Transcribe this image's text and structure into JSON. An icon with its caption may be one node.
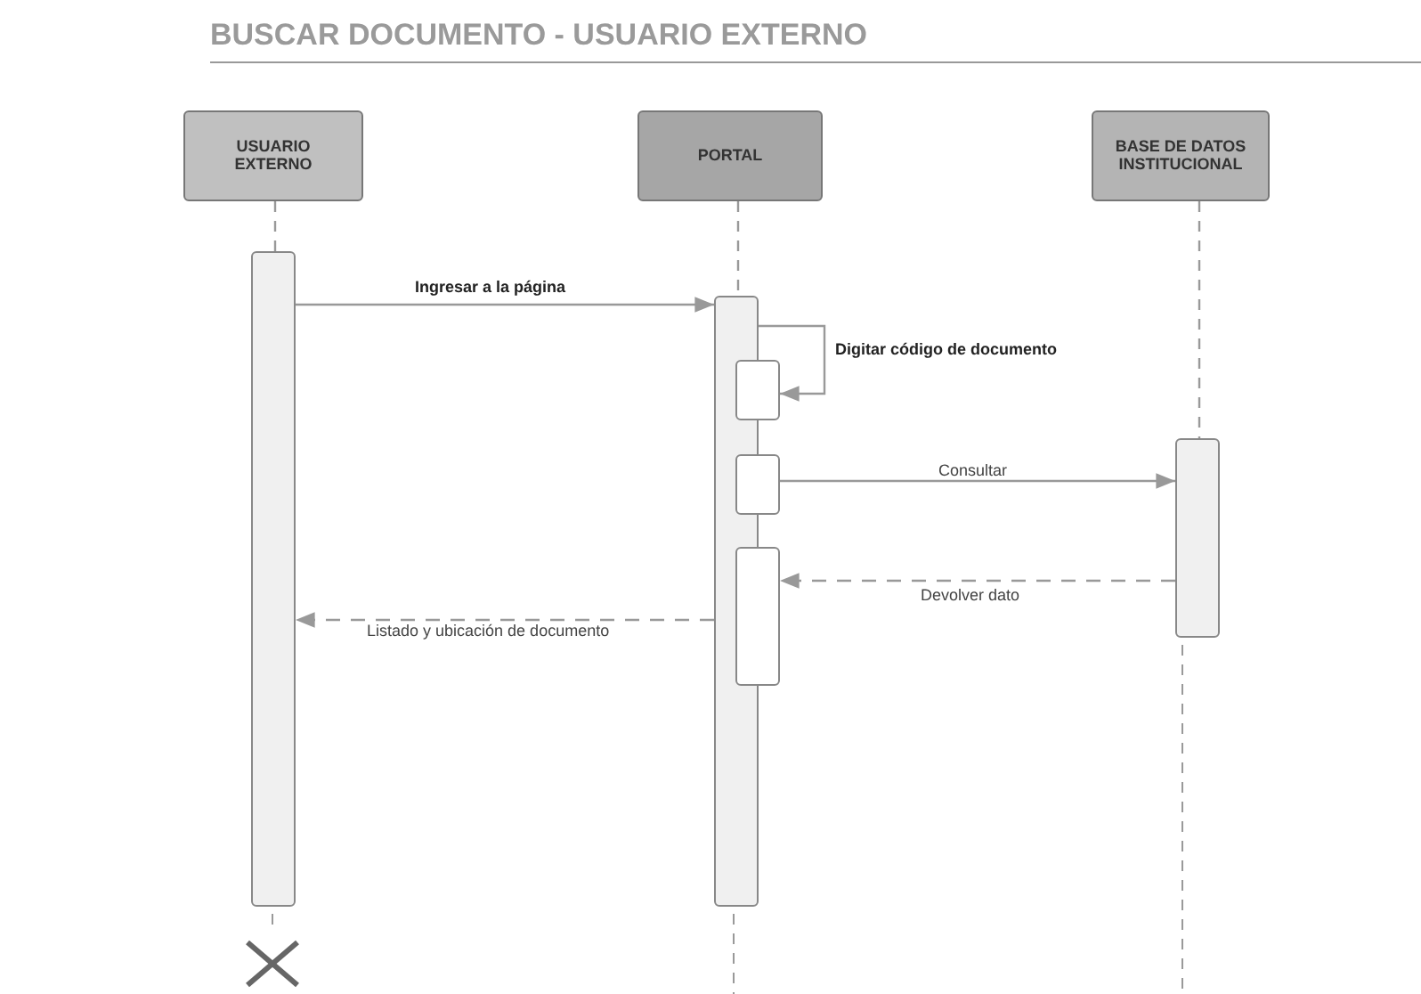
{
  "diagram": {
    "title": "BUSCAR DOCUMENTO - USUARIO EXTERNO",
    "nodes": [
      {
        "text": [
          "USUARIO EXTERNO"
        ]
      },
      {
        "text": [
          "PORTAL"
        ]
      },
      {
        "text": [
          "BASE DE DATOS INSTITUCIONAL"
        ]
      },
      {
        "text": [],
        "shape": "bar"
      },
      {
        "text": [],
        "shape": "bar"
      },
      {
        "text": [],
        "shape": "bar"
      },
      {
        "text": [],
        "shape": "bar"
      },
      {
        "text": [],
        "shape": "bar"
      },
      {
        "text": [],
        "shape": "bar"
      }
    ],
    "edges": [
      {
        "from": 3,
        "to": 4,
        "arrow": "to",
        "label": "Ingresar a la página"
      },
      {
        "from": 4,
        "to": 5,
        "arrow": "to",
        "label": "Digitar código de documento"
      },
      {
        "from": 6,
        "to": 8,
        "arrow": "to",
        "label": "Consultar"
      },
      {
        "from": 8,
        "to": 7,
        "arrow": "to",
        "label": "Devolver dato",
        "style": "dashed"
      },
      {
        "from": 4,
        "to": 3,
        "arrow": "to",
        "label": "Listado y ubicación de documento",
        "style": "dashed"
      },
      {
        "from": 0,
        "to": 3,
        "arrow": "none",
        "style": "dashed"
      },
      {
        "from": 1,
        "to": 4,
        "arrow": "none",
        "style": "dashed"
      },
      {
        "from": 2,
        "to": 8,
        "arrow": "none",
        "style": "dashed"
      }
    ]
  }
}
